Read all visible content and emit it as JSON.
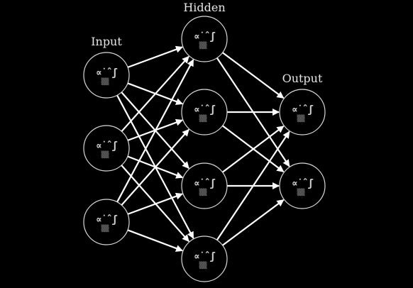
{
  "labels": {
    "input": "Input",
    "hidden": "Hidden",
    "output": "Output"
  },
  "layers": [
    {
      "id": "input",
      "count": 3
    },
    {
      "id": "hidden",
      "count": 4
    },
    {
      "id": "output",
      "count": 2
    }
  ],
  "connectivity": "fully-connected",
  "node_image": {
    "description": "pixelated face-like glyph inside each node",
    "icon": "pixel-face-icon"
  },
  "colors": {
    "background": "#000000",
    "edge": "#ffffff",
    "node_stroke": "#d9d9d9",
    "label": "#e6e6e6"
  }
}
